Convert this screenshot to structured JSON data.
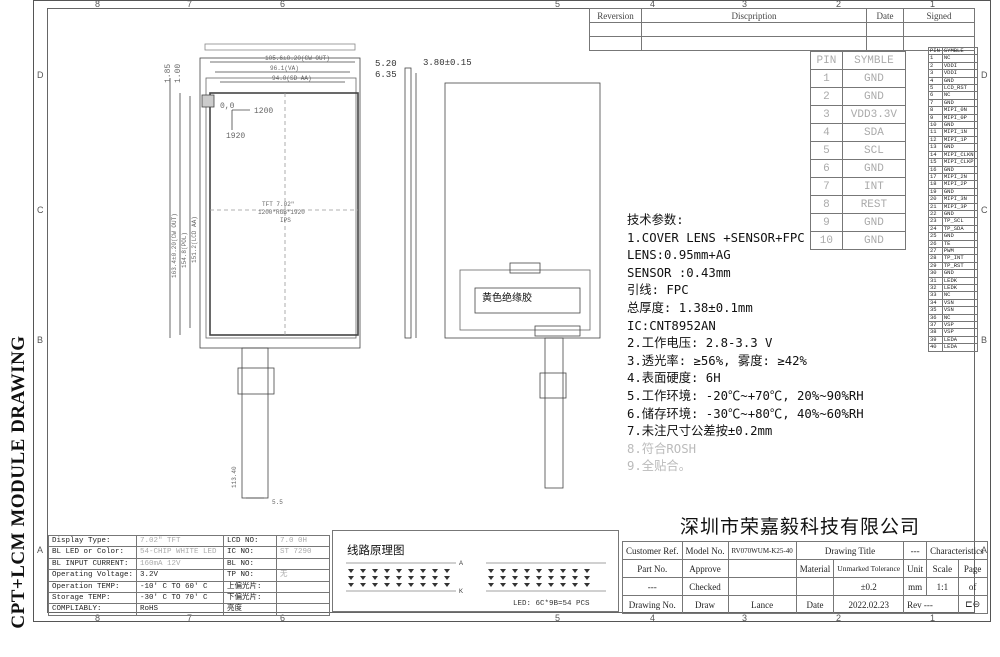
{
  "side_title": "CPT+LCM MODULE DRAWING",
  "columns": [
    "8",
    "7",
    "6",
    "5",
    "4",
    "3",
    "2",
    "1"
  ],
  "rows": [
    "D",
    "C",
    "B",
    "A"
  ],
  "revision": {
    "headers": [
      "Reversion",
      "Discpription",
      "Date",
      "Signed"
    ]
  },
  "pin_large": {
    "headers": [
      "PIN",
      "SYMBLE"
    ],
    "rows": [
      [
        "1",
        "GND"
      ],
      [
        "2",
        "GND"
      ],
      [
        "3",
        "VDD3.3V"
      ],
      [
        "4",
        "SDA"
      ],
      [
        "5",
        "SCL"
      ],
      [
        "6",
        "GND"
      ],
      [
        "7",
        "INT"
      ],
      [
        "8",
        "REST"
      ],
      [
        "9",
        "GND"
      ],
      [
        "10",
        "GND"
      ]
    ]
  },
  "pin_small": {
    "headers": [
      "PIN",
      "SYMBLE"
    ],
    "rows": [
      [
        "1",
        "NC"
      ],
      [
        "2",
        "VDDI"
      ],
      [
        "3",
        "VDDI"
      ],
      [
        "4",
        "GND"
      ],
      [
        "5",
        "LCD_RST"
      ],
      [
        "6",
        "NC"
      ],
      [
        "7",
        "GND"
      ],
      [
        "8",
        "MIPI_0N"
      ],
      [
        "9",
        "MIPI_0P"
      ],
      [
        "10",
        "GND"
      ],
      [
        "11",
        "MIPI_1N"
      ],
      [
        "12",
        "MIPI_1P"
      ],
      [
        "13",
        "GND"
      ],
      [
        "14",
        "MIPI_CLKN"
      ],
      [
        "15",
        "MIPI_CLKP"
      ],
      [
        "16",
        "GND"
      ],
      [
        "17",
        "MIPI_2N"
      ],
      [
        "18",
        "MIPI_2P"
      ],
      [
        "19",
        "GND"
      ],
      [
        "20",
        "MIPI_3N"
      ],
      [
        "21",
        "MIPI_3P"
      ],
      [
        "22",
        "GND"
      ],
      [
        "23",
        "TP_SCL"
      ],
      [
        "24",
        "TP_SDA"
      ],
      [
        "25",
        "GND"
      ],
      [
        "26",
        "TE"
      ],
      [
        "27",
        "PWM"
      ],
      [
        "28",
        "TP_INT"
      ],
      [
        "29",
        "TP_RST"
      ],
      [
        "30",
        "GND"
      ],
      [
        "31",
        "LEDK"
      ],
      [
        "32",
        "LEDK"
      ],
      [
        "33",
        "NC"
      ],
      [
        "34",
        "VSN"
      ],
      [
        "35",
        "VSN"
      ],
      [
        "36",
        "NC"
      ],
      [
        "37",
        "VSP"
      ],
      [
        "38",
        "VSP"
      ],
      [
        "39",
        "LEDA"
      ],
      [
        "40",
        "LEDA"
      ]
    ]
  },
  "spec": {
    "heading": "技术参数:",
    "lines": [
      "1.COVER LENS +SENSOR+FPC",
      "LENS:0.95mm+AG",
      "SENSOR :0.43mm",
      "引线: FPC",
      "总厚度: 1.38±0.1mm",
      "IC:CNT8952AN",
      "2.工作电压: 2.8-3.3 V",
      "3.透光率: ≥56%, 雾度: ≥42%",
      "4.表面硬度: 6H",
      "5.工作环境: -20℃~+70℃, 20%~90%RH",
      "6.储存环境: -30℃~+80℃, 40%~60%RH",
      "7.未注尺寸公差按±0.2mm"
    ],
    "faint_lines": [
      "8.符合ROSH",
      "9.全贴合。"
    ]
  },
  "company": "深圳市荣嘉毅科技有限公司",
  "title_block": {
    "customer_ref": "Customer Ref.",
    "model_no_label": "Model No.",
    "model_no": "RV070WUM-K25-40",
    "drawing_title": "Drawing Title",
    "drawing_title_val": "---",
    "characteristics": "Characteristics",
    "part_no": "Part No.",
    "approve": "Approve",
    "material": "Material",
    "unmarked_tol": "Unmarked Tolerance",
    "unit": "Unit",
    "scale": "Scale",
    "page": "Page",
    "dash": "---",
    "checked": "Checked",
    "tol_val": "±0.2",
    "unit_val": "mm",
    "scale_val": "1:1",
    "page_val": "of",
    "drawing_no": "Drawing No.",
    "draw": "Draw",
    "drawer": "Lance",
    "date_label": "Date",
    "date_val": "2022.02.23",
    "rev": "Rev",
    "rev_val": "---"
  },
  "params": [
    [
      "Display Type:",
      "7.02\" TFT",
      "LCD NO:",
      "7.0 0H"
    ],
    [
      "BL LED or Color:",
      "54-CHIP WHITE LED",
      "IC NO:",
      "ST 7290"
    ],
    [
      "BL INPUT CURRENT:",
      "160mA   12V",
      "BL NO:",
      ""
    ],
    [
      "Operating Voltage:",
      "3.2V",
      "TP NO:",
      "无"
    ],
    [
      "Operation TEMP:",
      "-10' C TO 60' C",
      "上偏光片:",
      ""
    ],
    [
      "Storage TEMP:",
      "-30' C TO 70' C",
      "下偏光片:",
      ""
    ],
    [
      "COMPLIABLY:",
      "RoHS",
      "亮度",
      ""
    ]
  ],
  "circuit": {
    "title": "线路原理图",
    "led_label": "LED: 6C*9B=54 PCS",
    "anode": "A",
    "cathode": "K"
  },
  "drawing": {
    "tft_label": "TFT 7.02\"",
    "res_label": "1200*RGB*1920",
    "ips": "IPS",
    "dim_520": "5.20",
    "dim_635": "6.35",
    "dim_380": "3.80±0.15",
    "dim_185": "1.85",
    "dim_100": "1.00",
    "dim_top1": "105.6±0.20(CW OUT)",
    "dim_top2": "96.1(VA)",
    "dim_top3": "94.0(SD AA)",
    "dim_left1": "163.4±0.20(CW OUT)",
    "dim_left2": "154.8(POL)",
    "dim_left3": "151.2(LCD AA)",
    "coord_00": "0,0",
    "coord_1200": "1200",
    "coord_1920": "1920",
    "tape_label": "黄色绝缘胶",
    "dim_55": "5.5",
    "dim_fpc": "113.40"
  }
}
